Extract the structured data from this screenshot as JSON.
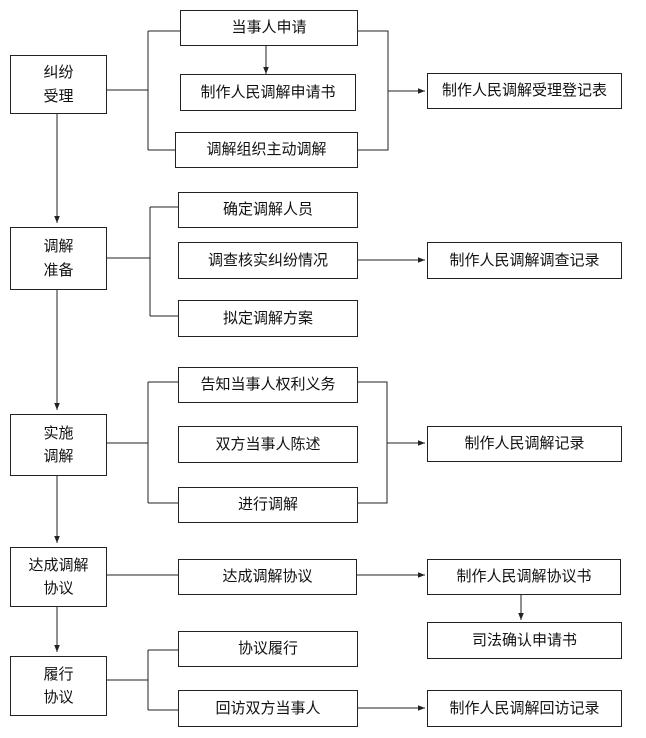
{
  "stages": [
    {
      "line1": "纠纷",
      "line2": "受理"
    },
    {
      "line1": "调解",
      "line2": "准备"
    },
    {
      "line1": "实施",
      "line2": "调解"
    },
    {
      "line1": "达成调解",
      "line2": "协议"
    },
    {
      "line1": "履行",
      "line2": "协议"
    }
  ],
  "steps": {
    "s1": "当事人申请",
    "s2": "制作人民调解申请书",
    "s3": "调解组织主动调解",
    "s4": "确定调解人员",
    "s5": "调查核实纠纷情况",
    "s6": "拟定调解方案",
    "s7": "告知当事人权利义务",
    "s8": "双方当事人陈述",
    "s9": "进行调解",
    "s10": "达成调解协议",
    "s11": "协议履行",
    "s12": "回访双方当事人"
  },
  "docs": {
    "d1": "制作人民调解受理登记表",
    "d2": "制作人民调解调查记录",
    "d3": "制作人民调解记录",
    "d4": "制作人民调解协议书",
    "d5": "司法确认申请书",
    "d6": "制作人民调解回访记录"
  }
}
